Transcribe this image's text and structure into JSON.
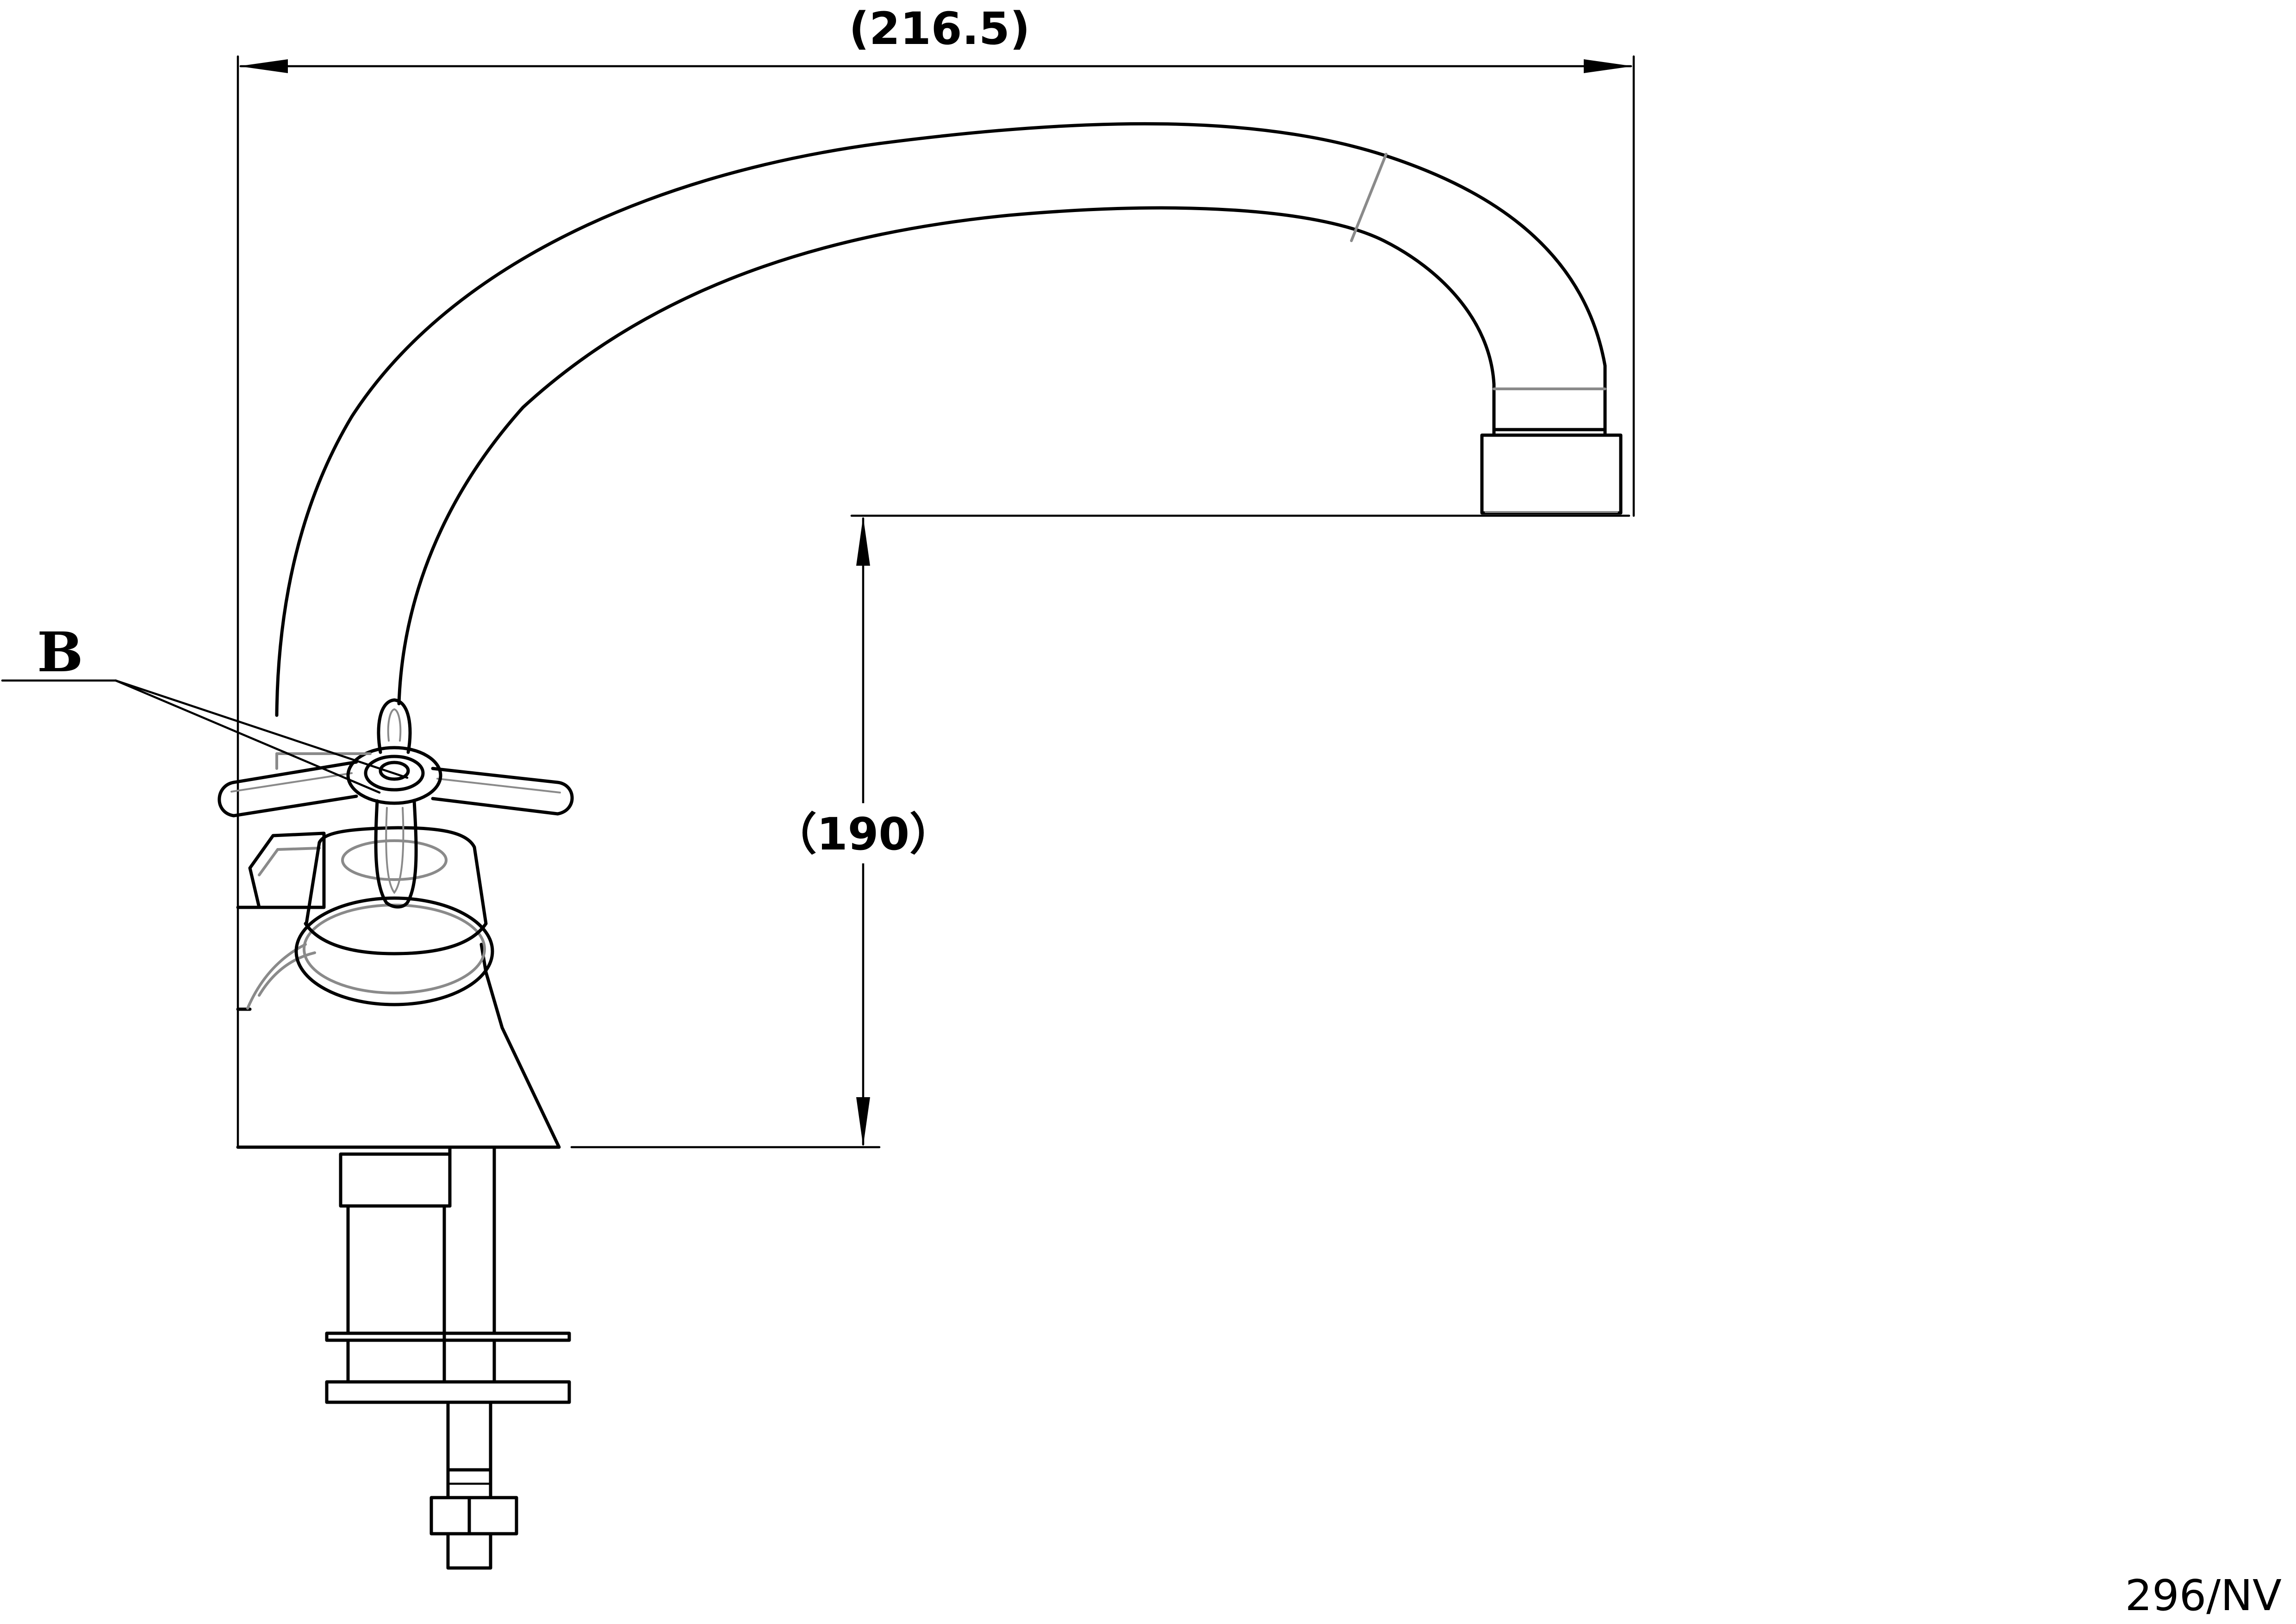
{
  "dimensions": {
    "width_label": "(216.5)",
    "height_label": "（190）"
  },
  "callout": {
    "label": "B"
  },
  "drawing_code": "296/NV",
  "colors": {
    "line": "#000000",
    "secondary_line": "#8a8a8a",
    "background": "#ffffff"
  }
}
